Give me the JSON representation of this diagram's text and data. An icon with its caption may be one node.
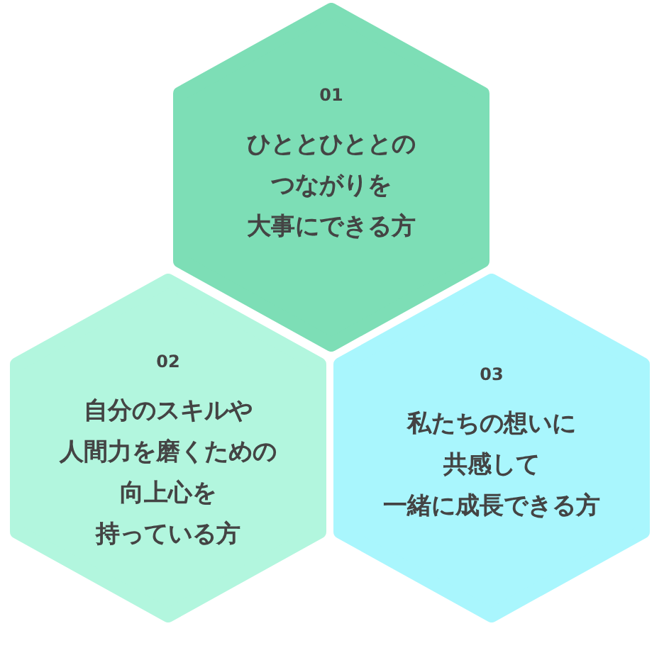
{
  "diagram": {
    "nodes": [
      {
        "text": [
          "01",
          "ひととひととのつながりを大事にできる方"
        ]
      },
      {
        "text": [
          "02",
          "自分のスキルや人間力を磨くための向上心を持っている方"
        ]
      },
      {
        "text": [
          "03",
          "私たちの想いに共感して一緒に成長できる方"
        ]
      }
    ]
  }
}
